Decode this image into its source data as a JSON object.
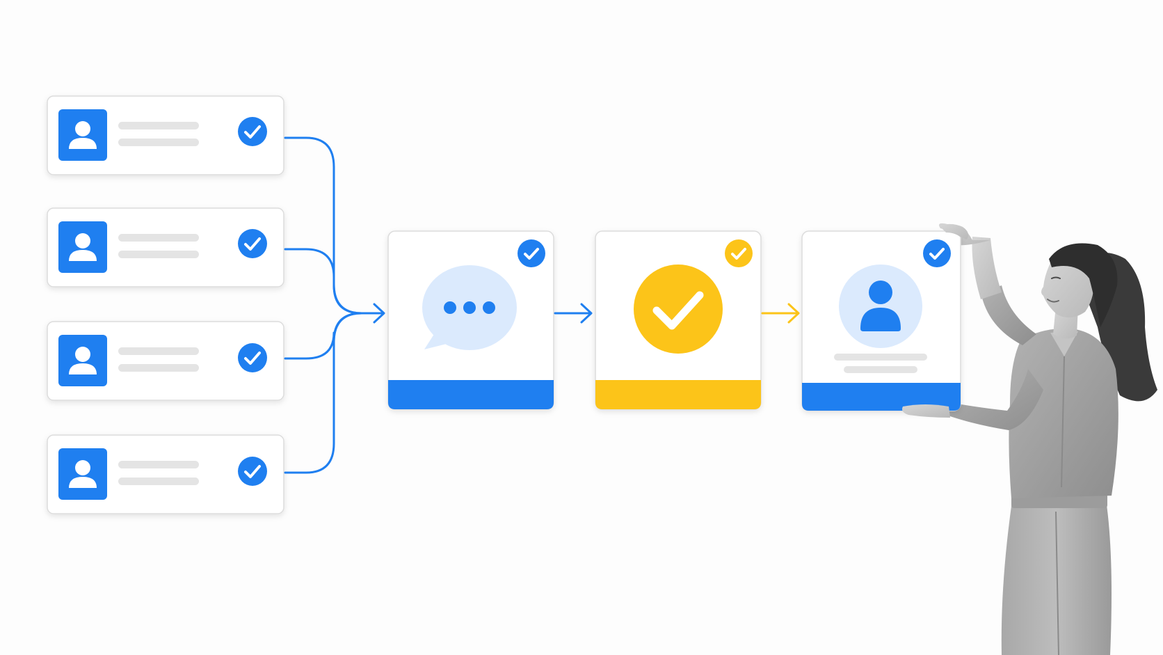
{
  "palette": {
    "background": "#fdfdfd",
    "blue": "#1f7ff0",
    "blue_light": "#dbeafd",
    "yellow": "#fcc419",
    "card_border": "#dcdcdc",
    "placeholder_line": "#e4e4e4",
    "person_gray": "#9a9a9a"
  },
  "diagram": {
    "source_items": [
      {
        "icon": "user-icon",
        "status": "checked"
      },
      {
        "icon": "user-icon",
        "status": "checked"
      },
      {
        "icon": "user-icon",
        "status": "checked"
      },
      {
        "icon": "user-icon",
        "status": "checked"
      }
    ],
    "stages": [
      {
        "icon": "chat-bubble-icon",
        "accent": "blue",
        "status": "checked"
      },
      {
        "icon": "checkmark-icon",
        "accent": "yellow",
        "status": "checked"
      },
      {
        "icon": "user-profile-icon",
        "accent": "blue",
        "status": "checked"
      }
    ],
    "connectors": [
      {
        "from": "sources",
        "to": "stage-1",
        "accent": "blue"
      },
      {
        "from": "stage-1",
        "to": "stage-2",
        "accent": "blue"
      },
      {
        "from": "stage-2",
        "to": "stage-3",
        "accent": "yellow"
      }
    ],
    "illustration": {
      "subject": "woman-holding-card",
      "tone": "grayscale"
    }
  }
}
